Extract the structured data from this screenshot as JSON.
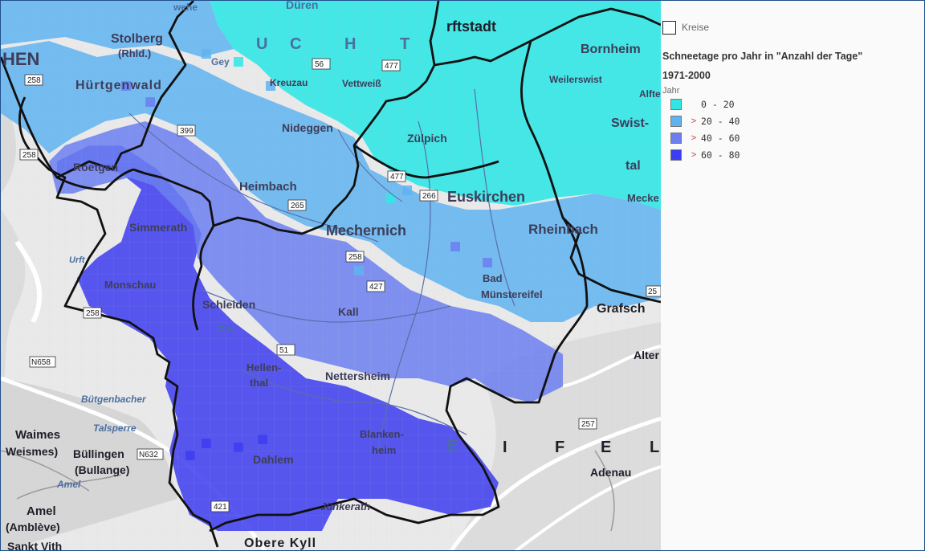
{
  "legend": {
    "layer_label": "Kreise",
    "title": "Schneetage pro Jahr in \"Anzahl der Tage\"",
    "period": "1971-2000",
    "unit_label": "Jahr",
    "classes": [
      {
        "prefix": "",
        "range": "0 - 20",
        "color": "#33e6e6"
      },
      {
        "prefix": ">",
        "range": "20 - 40",
        "color": "#5fb3f0"
      },
      {
        "prefix": ">",
        "range": "40 - 60",
        "color": "#6b7ff0"
      },
      {
        "prefix": ">",
        "range": "60 - 80",
        "color": "#3c3cf0"
      }
    ]
  },
  "map": {
    "places": {
      "stolberg": "Stolberg",
      "rhld": "(Rhld.)",
      "hen": "HEN",
      "huertgenwald": "Hürtgenwald",
      "kreuzau": "Kreuzau",
      "vettweiss": "Vettweiß",
      "nideggen": "Nideggen",
      "zuelpich": "Zülpich",
      "roetgen": "Roetgen",
      "heimbach": "Heimbach",
      "simmerath": "Simmerath",
      "mechernich": "Mechernich",
      "euskirchen": "Euskirchen",
      "rheinbach": "Rheinbach",
      "monschau": "Monschau",
      "schleiden": "Schleiden",
      "kall": "Kall",
      "bad": "Bad",
      "muenstereifel": "Münstereifel",
      "grafsch": "Grafsch",
      "hellen": "Hellen-",
      "thal": "thal",
      "nettersheim": "Nettersheim",
      "alter": "Alter",
      "buetgenbacher": "Bütgenbacher",
      "talsperre": "Talsperre",
      "waimes": "Waimes",
      "weismes": "Weismes)",
      "buellingen": "Büllingen",
      "bullange": "(Bullange)",
      "dahlem": "Dahlem",
      "blankenheim1": "Blanken-",
      "blankenheim2": "heim",
      "adenau": "Adenau",
      "amel": "Amel",
      "ambleve": "(Amblève)",
      "sankt_vith": "Sankt Vith",
      "junkerath": "Jünkerath",
      "obere_kyll": "Obere Kyll",
      "bornheim": "Bornheim",
      "erftstadt": "rftstadt",
      "weilerswist": "Weilerswist",
      "alfter": "Alfte",
      "swist": "Swist-",
      "tal": "tal",
      "meckenheim": "Mecke",
      "dueren": "Düren",
      "wehe": "wehe",
      "gey": "Gey",
      "eifel_e1": "E",
      "eifel_i": "I",
      "eifel_f": "F",
      "eifel_e2": "E",
      "eifel_l": "L",
      "letter_u": "U",
      "letter_c": "C",
      "letter_h": "H",
      "letter_t": "T",
      "amel_river": "Amel",
      "olef": "Olef",
      "urft": "Urft"
    },
    "roads": {
      "r258a": "258",
      "r258b": "258",
      "r258c": "258",
      "r399": "399",
      "r477a": "477",
      "r477b": "477",
      "r265": "265",
      "r266": "266",
      "r56": "56",
      "r51": "51",
      "r427": "427",
      "r257": "257",
      "r421": "421",
      "n658": "N658",
      "n632": "N632",
      "r258d": "258",
      "r25": "25"
    }
  }
}
